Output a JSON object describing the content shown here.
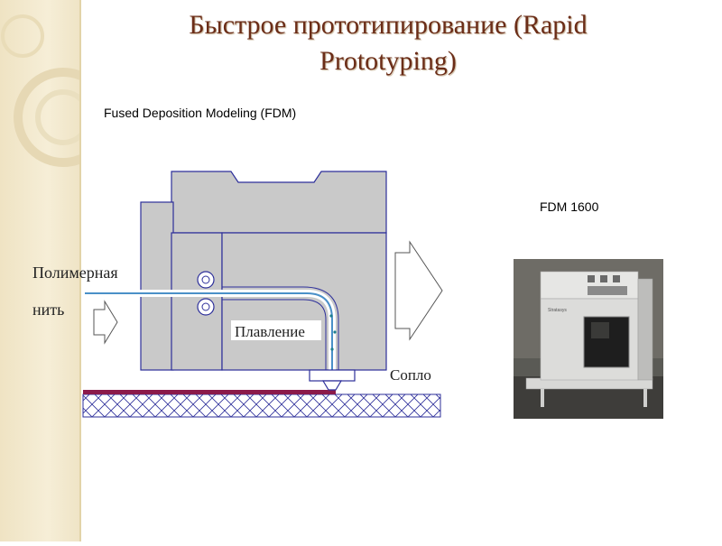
{
  "slide": {
    "title": "Быстрое прототипирование (Rapid Prototyping)",
    "subtitle": "Fused Deposition Modeling (FDM)"
  },
  "diagram": {
    "label_filament_line1": "Полимерная",
    "label_filament_line2": "нить",
    "label_melting": "Плавление",
    "label_nozzle": "Сопло"
  },
  "photo": {
    "caption": "FDM 1600",
    "brand_text": "Stratasys"
  },
  "colors": {
    "title": "#6b2d18",
    "machine_fill": "#c9c9c9",
    "outline": "#2d2f9a",
    "filament": "#4a90c8",
    "build_layer": "#8b1a4a",
    "melt_dots": "#1f7f8f"
  }
}
